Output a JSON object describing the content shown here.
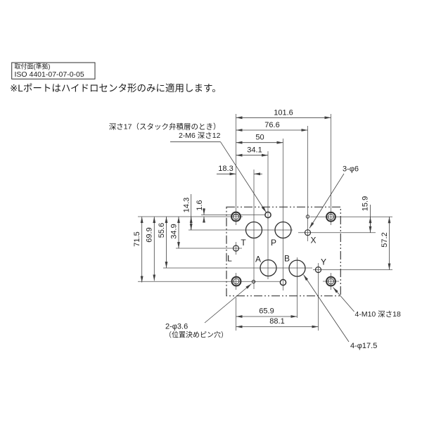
{
  "standard_box": {
    "line1": "取付面(準拠)",
    "line2": "ISO 4401-07-07-0-05"
  },
  "note": "※Lポートはハイドロセンタ形のみに適用します。",
  "callouts": {
    "stack_depth": "深さ17（スタック弁積層のとき）",
    "stack_bolts": "2-M6 深さ12",
    "pilot_holes": "3-φ6",
    "pin_holes": "2-φ3.6",
    "pin_holes_note": "（位置決めピン穴）",
    "mounting_bolts": "4-M10 深さ18",
    "main_ports": "4-φ17.5"
  },
  "port_labels": {
    "t": "T",
    "p": "P",
    "x": "X",
    "l": "L",
    "a": "A",
    "b": "B",
    "y": "Y"
  },
  "dims": {
    "d101_6": "101.6",
    "d76_6": "76.6",
    "d50": "50",
    "d34_1": "34.1",
    "d18_3": "18.3",
    "d14_3": "14.3",
    "d1_6": "1.6",
    "d71_5": "71.5",
    "d69_9": "69.9",
    "d55_6": "55.6",
    "d34_9": "34.9",
    "d15_9": "15.9",
    "d57_2": "57.2",
    "d65_9": "65.9",
    "d88_1": "88.1"
  },
  "colors": {
    "line": "#3a3a3a",
    "background": "#ffffff"
  }
}
